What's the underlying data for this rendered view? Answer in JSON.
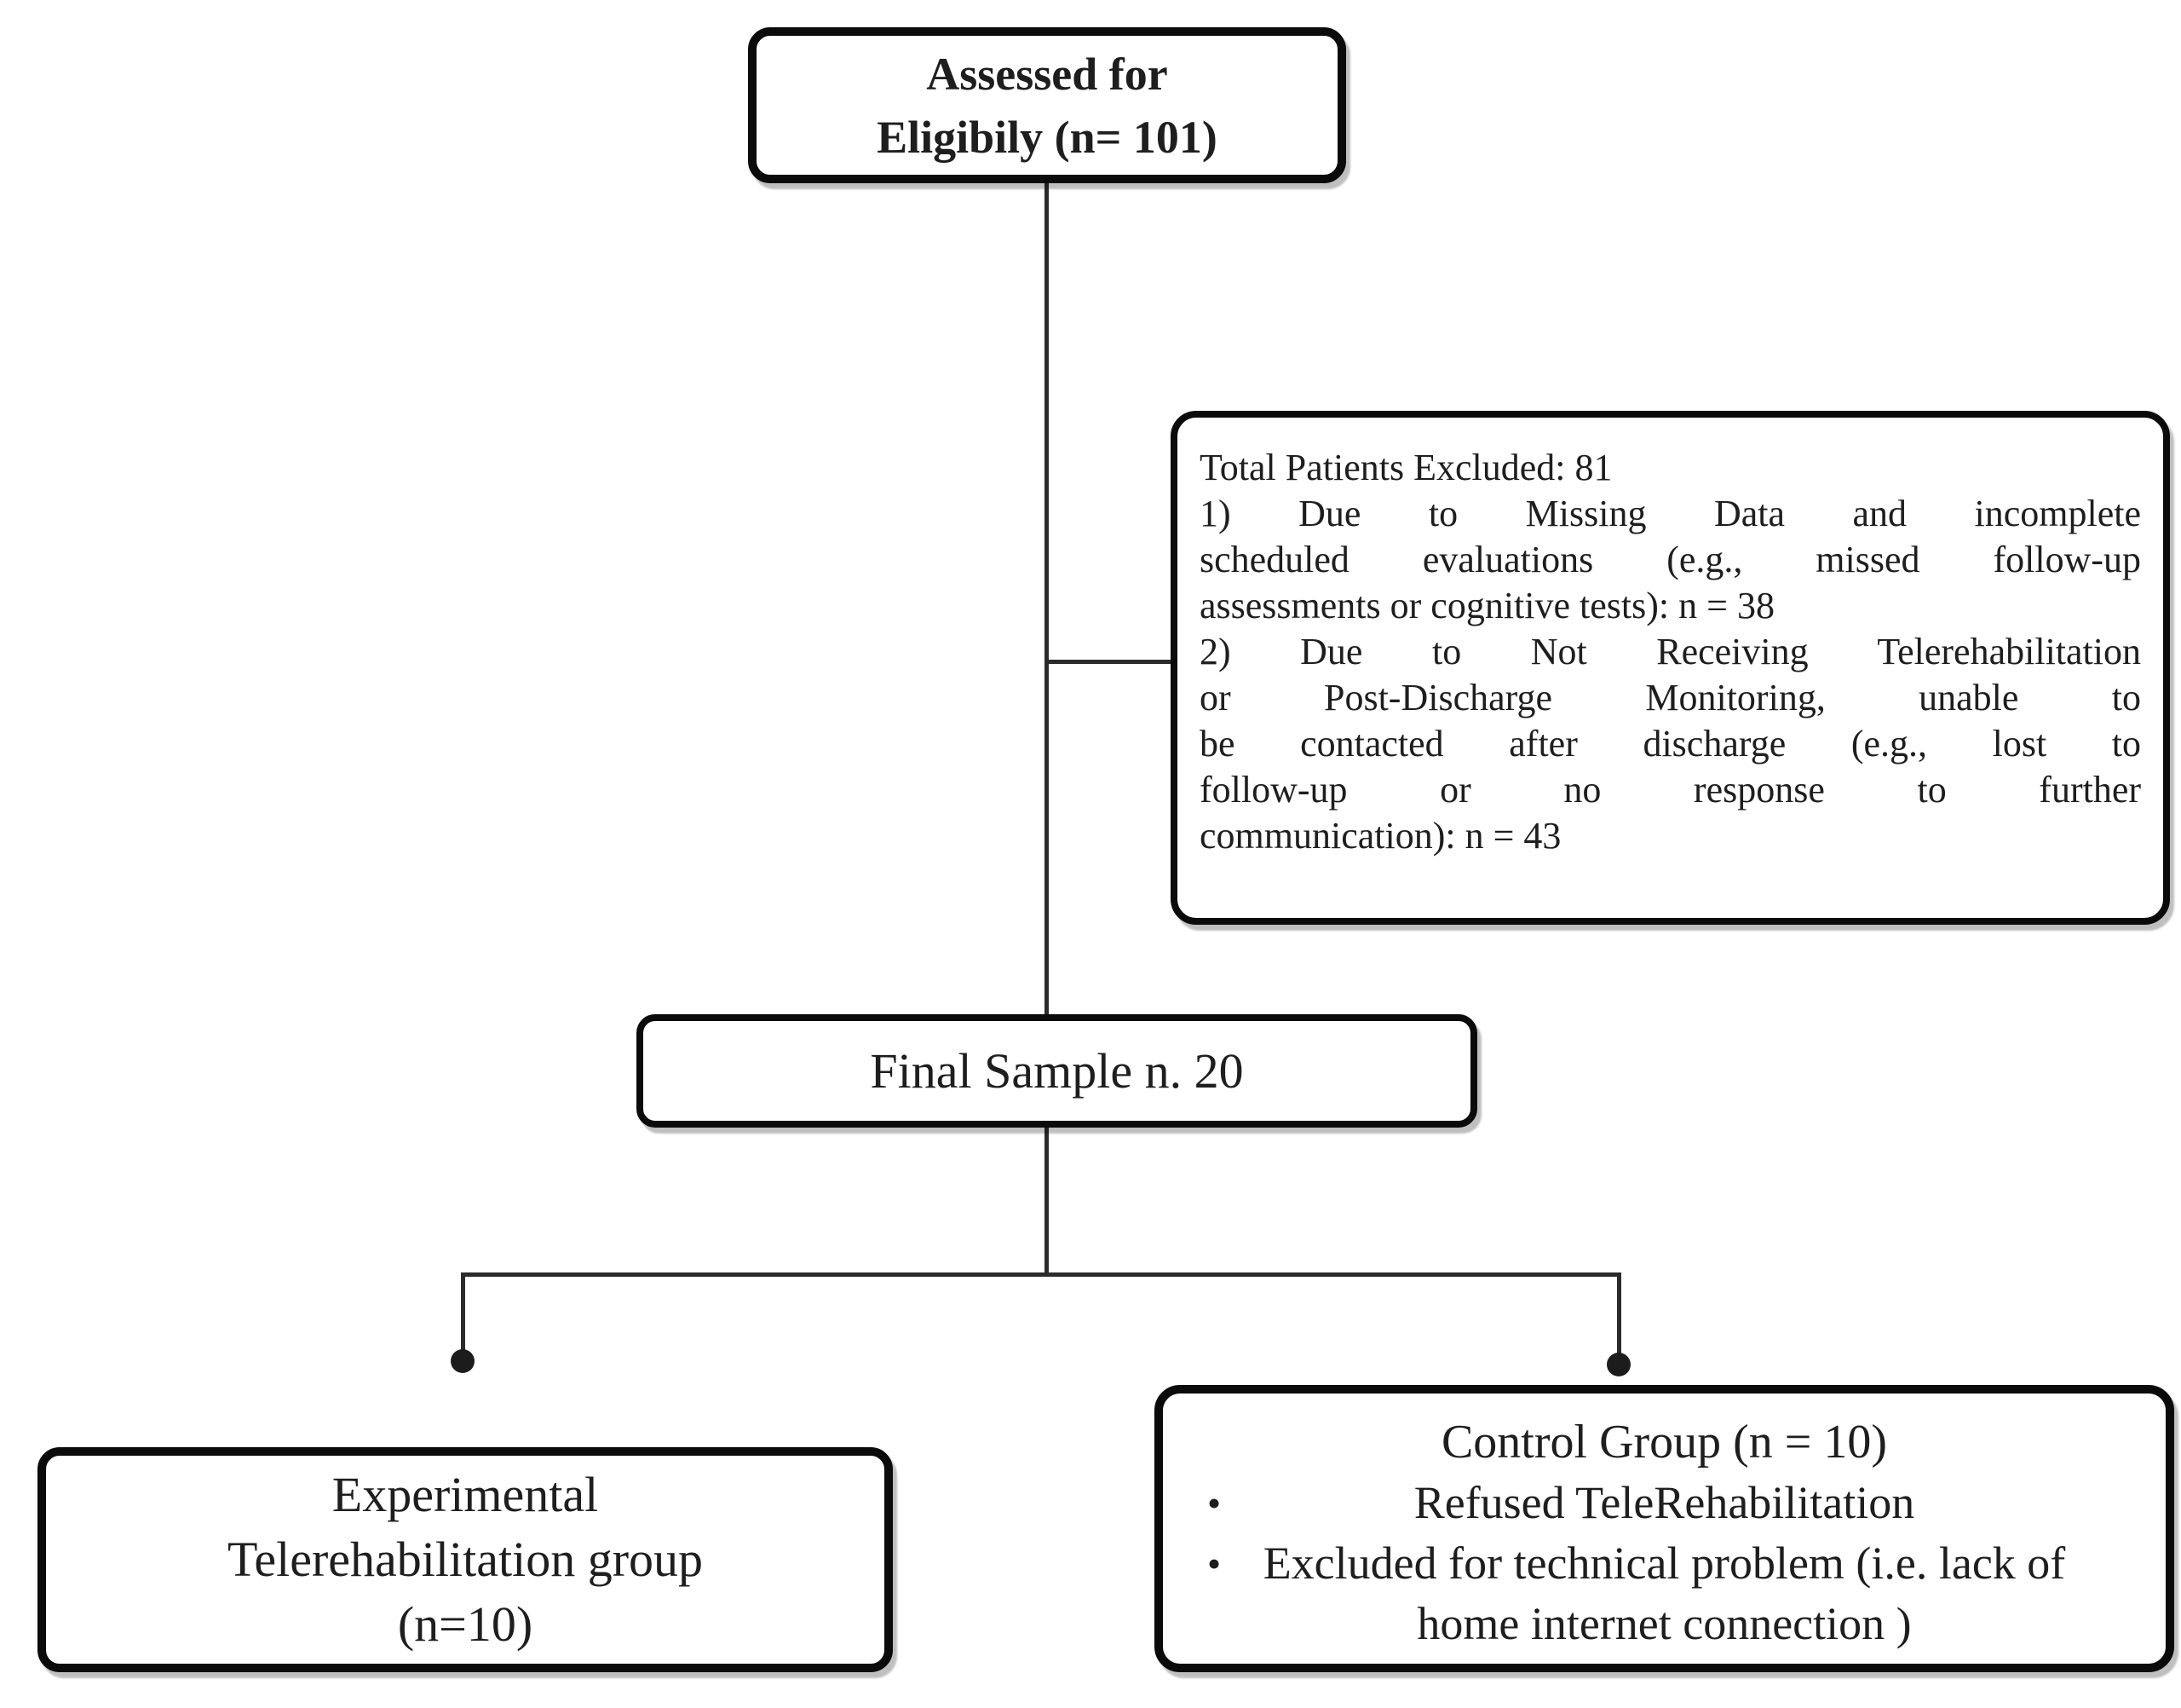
{
  "palette": {
    "background": "#ffffff",
    "ink": "#1e1e1e",
    "border": "#0b0b0b",
    "line": "#2b2b2b"
  },
  "assessed_box": {
    "line1": "Assessed for",
    "line2": "Eligibily (n= 101)"
  },
  "excluded_box": {
    "lines": [
      "Total Patients Excluded: 81",
      "1) Due to Missing Data and incomplete",
      "scheduled evaluations (e.g., missed follow-up",
      "assessments or cognitive tests): n = 38",
      "2) Due to Not Receiving Telerehabilitation",
      "or Post-Discharge Monitoring, unable to",
      "be contacted after discharge (e.g., lost to",
      "follow-up or no response to further",
      "communication): n = 43"
    ]
  },
  "final_box": {
    "label": "Final Sample n. 20"
  },
  "experimental_box": {
    "line1": "Experimental",
    "line2": "Telerehabilitation group",
    "line3": "(n=10)"
  },
  "control_box": {
    "title": "Control Group (n = 10)",
    "bullet_glyph": "•",
    "bullet1": "Refused TeleRehabilitation",
    "bullet2": "Excluded for technical problem (i.e. lack of home internet connection )"
  }
}
